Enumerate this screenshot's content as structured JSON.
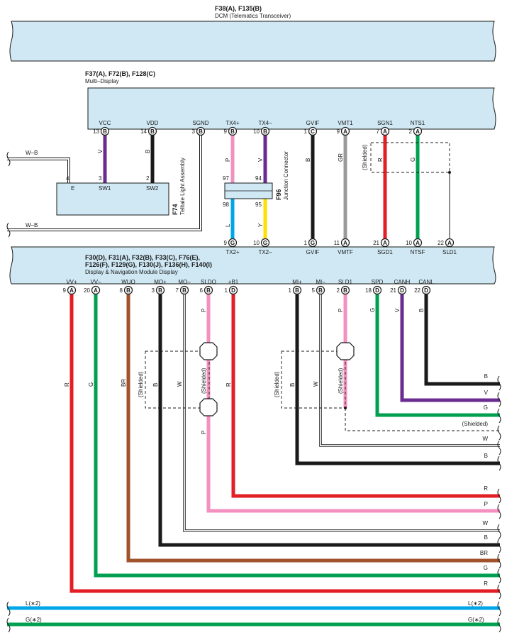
{
  "colors": {
    "box_fill": "#cfe8f4",
    "R": "#e31e24",
    "G": "#00a050",
    "B": "#1a1a1a",
    "V": "#6a2c91",
    "P": "#f291c0",
    "GR": "#9a9a9a",
    "W": "#ffffff",
    "Y": "#ffe000",
    "L": "#00a6e8",
    "BR": "#a0522d"
  },
  "dcm": {
    "connector": "F38(A), F135(B)",
    "name": "DCM (Telematics Transceiver)"
  },
  "multi_display": {
    "connector": "F37(A), F72(B), F128(C)",
    "name": "Multi–Display",
    "pins": [
      {
        "label": "VCC",
        "num": "13",
        "conn": "B",
        "wire": "V"
      },
      {
        "label": "VDD",
        "num": "14",
        "conn": "B",
        "wire": "B"
      },
      {
        "label": "SGND",
        "num": "3",
        "conn": "B",
        "wire": ""
      },
      {
        "label": "TX4+",
        "num": "9",
        "conn": "B",
        "wire": "P"
      },
      {
        "label": "TX4–",
        "num": "10",
        "conn": "B",
        "wire": "V"
      },
      {
        "label": "GVIF",
        "num": "1",
        "conn": "C",
        "wire": "B"
      },
      {
        "label": "VMT1",
        "num": "9",
        "conn": "A",
        "wire": "GR"
      },
      {
        "label": "SGN1",
        "num": "7",
        "conn": "A",
        "wire": "R"
      },
      {
        "label": "NTS1",
        "num": "2",
        "conn": "A",
        "wire": "G"
      }
    ]
  },
  "telltale": {
    "connector": "F74",
    "name": "Telltale Light Assembly",
    "pin_e": "E",
    "pin_e_num": "4",
    "pin_sw1": "SW1",
    "pin_sw1_num": "3",
    "pin_sw2": "SW2",
    "pin_sw2_num": "2",
    "wire_in_top": "W–B",
    "wire_in_bottom": "W–B"
  },
  "junction": {
    "connector": "F96",
    "name": "Junction Connector",
    "pins": [
      "97",
      "94",
      "98",
      "95"
    ],
    "wires_below": [
      "L",
      "Y"
    ]
  },
  "shielded_label": "(Shielded)",
  "dnm": {
    "connector_line1": "F30(D), F31(A), F32(B), F33(C), F76(E),",
    "connector_line2": "F126(F), F129(G), F130(J), F136(H), F140(I)",
    "name": "Display & Navigation Module Display",
    "top_pins": [
      {
        "label": "TX2+",
        "num": "9",
        "conn": "G"
      },
      {
        "label": "TX2–",
        "num": "10",
        "conn": "G"
      },
      {
        "label": "GVIF",
        "num": "1",
        "conn": "G"
      },
      {
        "label": "VMTF",
        "num": "11",
        "conn": "A"
      },
      {
        "label": "SGD1",
        "num": "21",
        "conn": "A"
      },
      {
        "label": "NTSF",
        "num": "10",
        "conn": "A"
      },
      {
        "label": "SLD1",
        "num": "22",
        "conn": "A"
      }
    ],
    "bottom_pins": [
      {
        "label": "VV+",
        "num": "9",
        "conn": "A",
        "wire": "R"
      },
      {
        "label": "VV–",
        "num": "20",
        "conn": "A",
        "wire": "G"
      },
      {
        "label": "WUO",
        "num": "8",
        "conn": "B",
        "wire": "BR"
      },
      {
        "label": "MO+",
        "num": "3",
        "conn": "B",
        "wire": "B"
      },
      {
        "label": "MO–",
        "num": "7",
        "conn": "B",
        "wire": "W"
      },
      {
        "label": "SLDO",
        "num": "6",
        "conn": "B",
        "wire": "P"
      },
      {
        "label": "+B1",
        "num": "1",
        "conn": "D",
        "wire": "R"
      },
      {
        "label": "MI+",
        "num": "1",
        "conn": "B",
        "wire": "B"
      },
      {
        "label": "MI–",
        "num": "5",
        "conn": "B",
        "wire": "W"
      },
      {
        "label": "SLD1",
        "num": "2",
        "conn": "B",
        "wire": "P"
      },
      {
        "label": "SPD",
        "num": "18",
        "conn": "D",
        "wire": "G"
      },
      {
        "label": "CANH",
        "num": "21",
        "conn": "D",
        "wire": "V"
      },
      {
        "label": "CANL",
        "num": "22",
        "conn": "D",
        "wire": "B"
      }
    ]
  },
  "right_wire_labels": [
    "B",
    "V",
    "G",
    "(Shielded)",
    "W",
    "B",
    "R",
    "P",
    "W",
    "B",
    "BR",
    "G",
    "R"
  ],
  "bus_lines": [
    {
      "left": "L(∗2)",
      "right": "L(∗2)",
      "color": "L"
    },
    {
      "left": "G(∗2)",
      "right": "G(∗2)",
      "color": "G"
    }
  ],
  "mid_wire_labels": {
    "sldo_lower": "P"
  }
}
